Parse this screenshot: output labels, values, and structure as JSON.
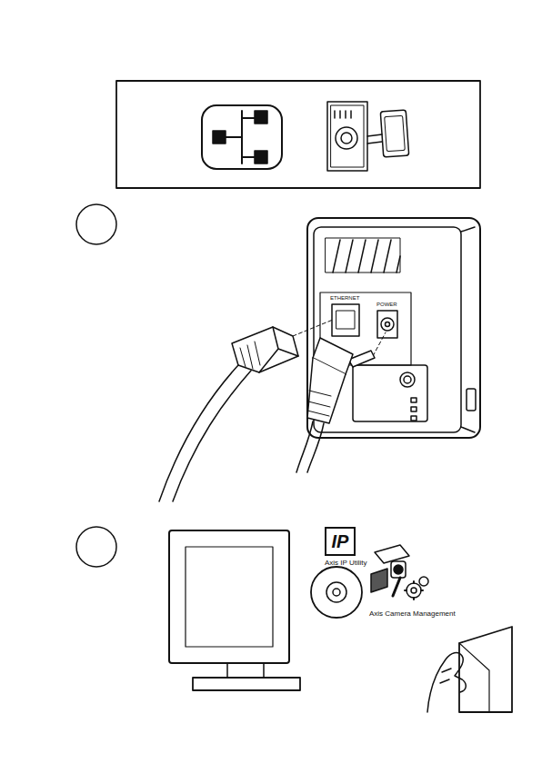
{
  "diagram": {
    "nodes": [
      {
        "text": [
          "IP"
        ]
      }
    ],
    "labels": [
      "Axis IP Utility",
      "Axis Camera Management",
      "ETHERNET",
      "POWER"
    ]
  }
}
